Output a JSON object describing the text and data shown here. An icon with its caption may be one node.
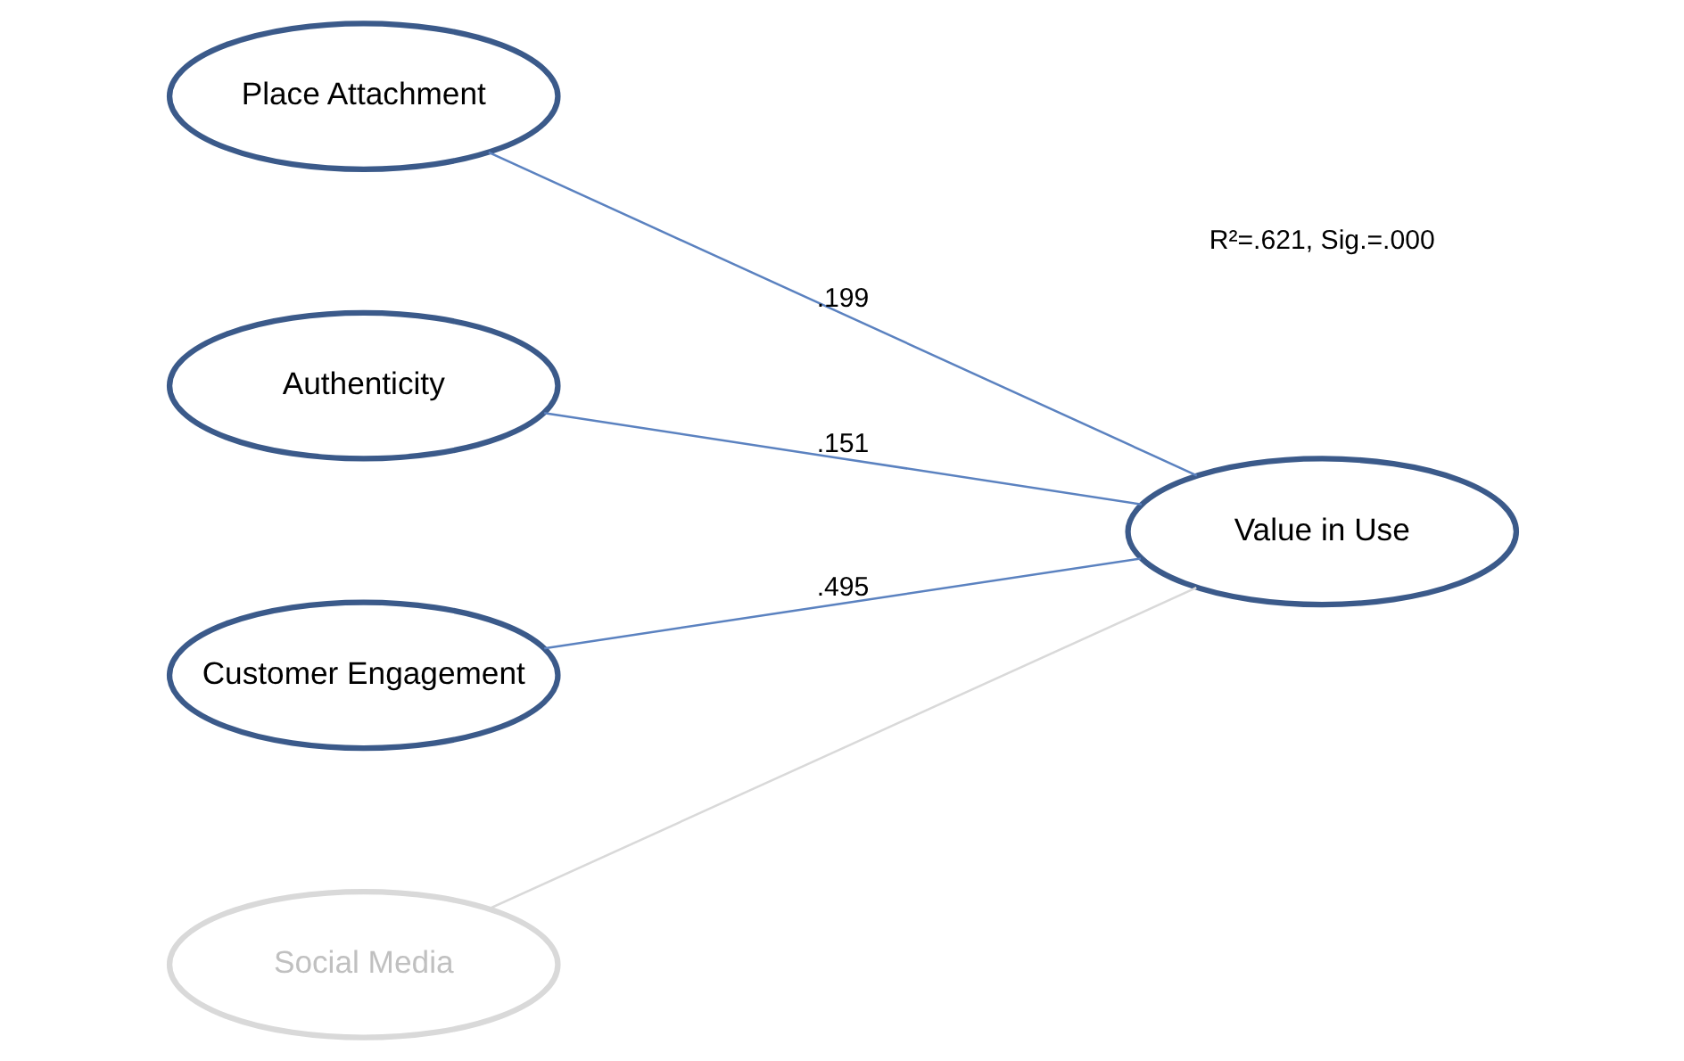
{
  "diagram": {
    "nodes": [
      {
        "text": [
          "Place Attachment"
        ]
      },
      {
        "text": [
          "Authenticity"
        ]
      },
      {
        "text": [
          "Customer Engagement"
        ]
      },
      {
        "text": [
          "Social Media"
        ]
      },
      {
        "text": [
          "Value in Use"
        ]
      }
    ],
    "edges": [
      {
        "from": 0,
        "to": 4,
        "arrow": "none",
        "label": ".199"
      },
      {
        "from": 1,
        "to": 4,
        "arrow": "none",
        "label": ".151"
      },
      {
        "from": 2,
        "to": 4,
        "arrow": "none",
        "label": ".495"
      },
      {
        "from": 3,
        "to": 4,
        "arrow": "none",
        "color": "#d9d9d9"
      }
    ],
    "labels": [
      "R²=.621, Sig.=.000"
    ]
  }
}
